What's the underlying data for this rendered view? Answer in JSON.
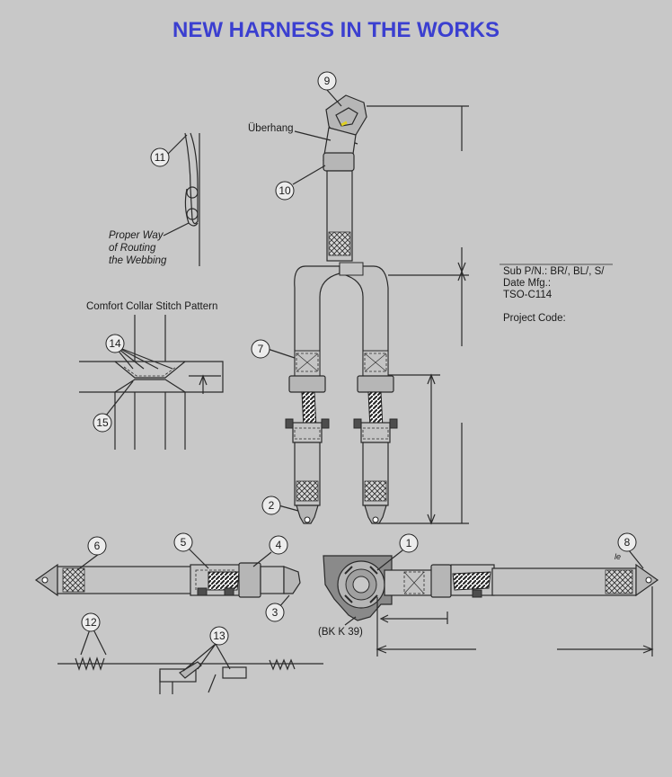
{
  "title": "NEW HARNESS IN THE WORKS",
  "labels": {
    "overhang": "Überhang",
    "proper_way_1": "Proper Way",
    "proper_way_2": "of Routing",
    "proper_way_3": "the Webbing",
    "comfort_collar": "Comfort Collar Stitch Pattern",
    "sub_pn": "Sub P/N.: BR/, BL/, S/",
    "date_mfg": "Date Mfg.:",
    "tso": "TSO-C114",
    "project_code": "Project Code:",
    "bk_k39": "(BK K 39)",
    "fragment_le": "le"
  },
  "callouts": [
    "1",
    "2",
    "3",
    "4",
    "5",
    "6",
    "7",
    "8",
    "9",
    "10",
    "11",
    "12",
    "13",
    "14",
    "15"
  ]
}
